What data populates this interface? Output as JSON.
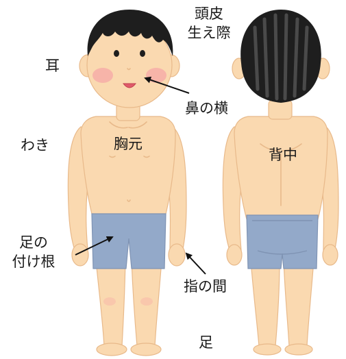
{
  "labels": {
    "scalp_line1": "頭皮",
    "scalp_line2": "生え際",
    "ear": "耳",
    "nose_side": "鼻の横",
    "armpit": "わき",
    "chest": "胸元",
    "back": "背中",
    "groin_line1": "足の",
    "groin_line2": "付け根",
    "between_fingers": "指の間",
    "foot": "足"
  },
  "colors": {
    "skin": "#fad9b0",
    "skin_line": "#e8b98a",
    "cheek": "#f6a7a7",
    "hair": "#1e1e1e",
    "hair_shine": "#4a4a4a",
    "shorts": "#93a9c9",
    "shorts_line": "#7f93b3",
    "arrow": "#111111"
  }
}
